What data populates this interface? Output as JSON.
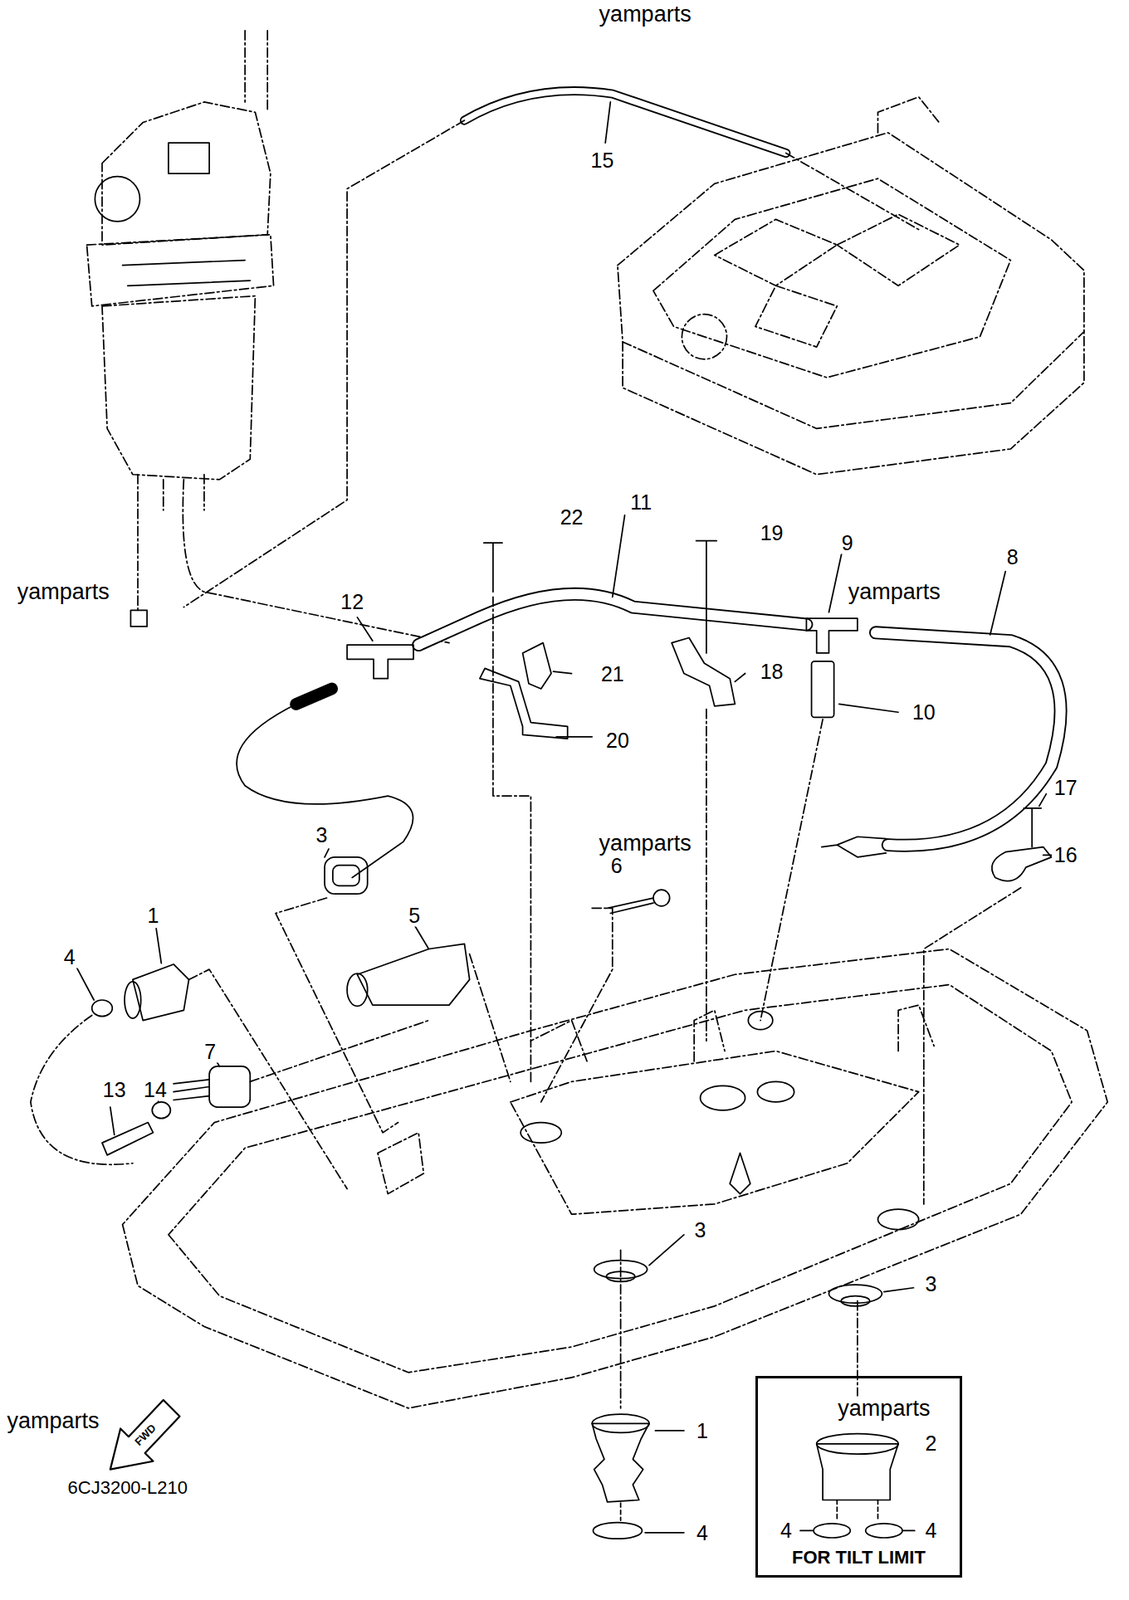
{
  "diagram": {
    "nodes": [
      {
        "text": [
          "FOR TILT LIMIT"
        ]
      }
    ],
    "labels": [
      "yamparts",
      "15",
      "yamparts",
      "22",
      "11",
      "19",
      "9",
      "8",
      "yamparts",
      "12",
      "21",
      "18",
      "10",
      "20",
      "17",
      "yamparts",
      "16",
      "3",
      "6",
      "1",
      "5",
      "4",
      "7",
      "14",
      "13",
      "3",
      "3",
      "1",
      "yamparts",
      "2",
      "yamparts",
      "FWD",
      "6CJ3200-L210",
      "4",
      "4",
      "4"
    ]
  }
}
